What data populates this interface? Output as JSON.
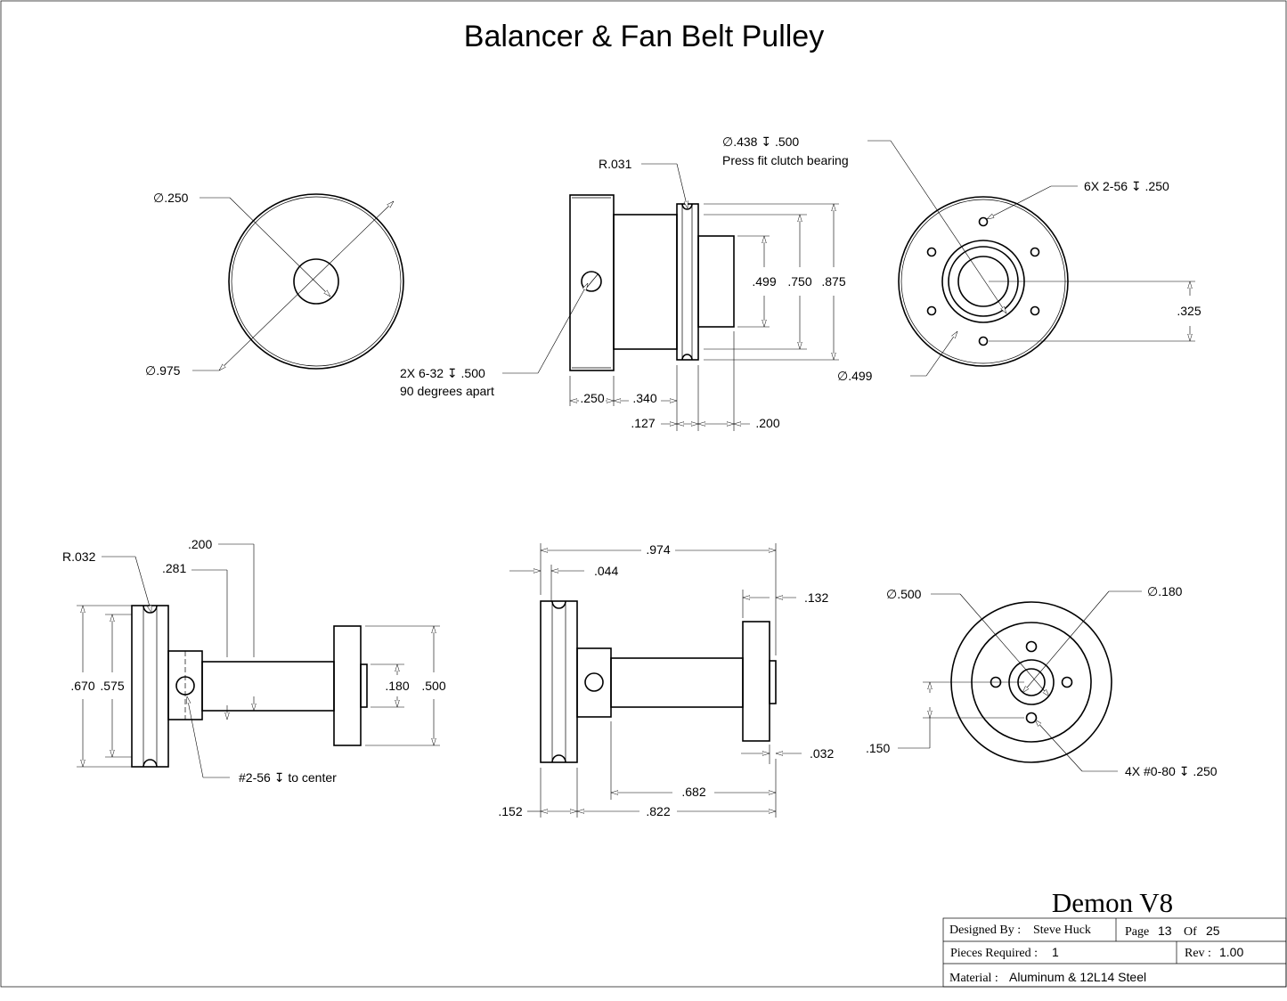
{
  "title": "Balancer & Fan Belt Pulley",
  "brand": "Demon V8",
  "title_block": {
    "designed_by_label": "Designed By :",
    "designed_by_value": "Steve Huck",
    "page_label": "Page",
    "page_value": "13",
    "of_label": "Of",
    "of_value": "25",
    "pieces_label": "Pieces Required :",
    "pieces_value": "1",
    "rev_label": "Rev :",
    "rev_value": "1.00",
    "material_label": "Material :",
    "material_value": "Aluminum & 12L14 Steel"
  },
  "view1": {
    "dia_bore": "∅.250",
    "dia_outer": "∅.975"
  },
  "view2": {
    "radius": "R.031",
    "bore_note_1": "∅.438 ↧ .500",
    "bore_note_2": "Press fit clutch bearing",
    "tap_note_1": "2X 6-32 ↧ .500",
    "tap_note_2": "90 degrees apart",
    "d_499": ".499",
    "d_750": ".750",
    "d_875": ".875",
    "d_250": ".250",
    "d_340": ".340",
    "d_127": ".127",
    "d_200": ".200"
  },
  "view3": {
    "holes_note": "6X 2-56 ↧ .250",
    "d_325": ".325",
    "dia": "∅.499"
  },
  "view4": {
    "radius": "R.032",
    "d_200": ".200",
    "d_281": ".281",
    "d_670": ".670",
    "d_575": ".575",
    "d_180": ".180",
    "d_500": ".500",
    "tap_note": "#2-56 ↧ to center"
  },
  "view5": {
    "d_974": ".974",
    "d_044": ".044",
    "d_132": ".132",
    "d_032": ".032",
    "d_682": ".682",
    "d_152": ".152",
    "d_822": ".822"
  },
  "view6": {
    "dia_500": "∅.500",
    "dia_180": "∅.180",
    "d_150": ".150",
    "holes_note": "4X #0-80 ↧ .250"
  }
}
